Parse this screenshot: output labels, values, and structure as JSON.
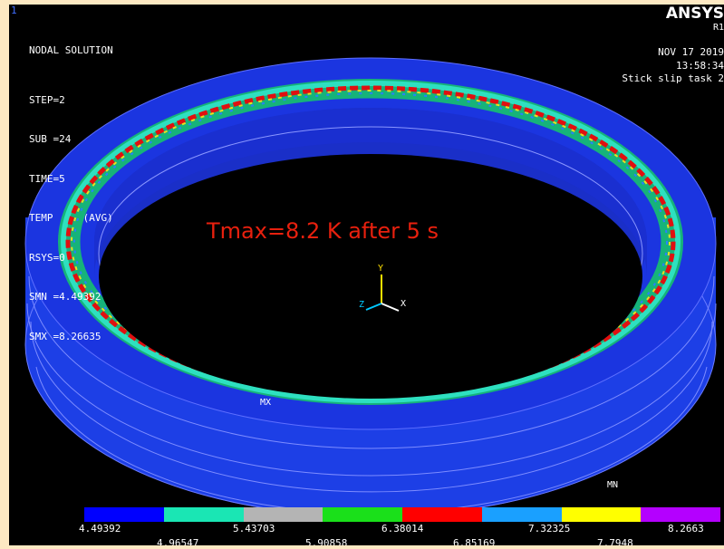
{
  "viewport": {
    "number": "1"
  },
  "info": {
    "title": "NODAL SOLUTION",
    "lines": [
      "STEP=2",
      "SUB =24",
      "TIME=5",
      "TEMP     (AVG)",
      "RSYS=0",
      "SMN =4.49392",
      "SMX =8.26635"
    ]
  },
  "brand": {
    "name": "ANSYS",
    "release": "R1"
  },
  "header_right": {
    "date": "NOV 17 2019",
    "time": "13:58:34",
    "job": "Stick slip task 2"
  },
  "annotation": "Tmax=8.2 K after 5 s",
  "axes": {
    "y": "Y",
    "x": "X",
    "z": "Z"
  },
  "markers": {
    "max": "MX",
    "min": "MN"
  },
  "legend": {
    "colors": [
      "#0000ff",
      "#1ae6b4",
      "#b4b4b4",
      "#1ae01a",
      "#ff0000",
      "#1aa0ff",
      "#ffff00",
      "#b400ff"
    ],
    "upper_ticks": [
      "4.49392",
      "5.43703",
      "6.38014",
      "7.32325",
      "8.2663"
    ],
    "lower_ticks": [
      "4.96547",
      "5.90858",
      "6.85169",
      "7.7948"
    ]
  }
}
